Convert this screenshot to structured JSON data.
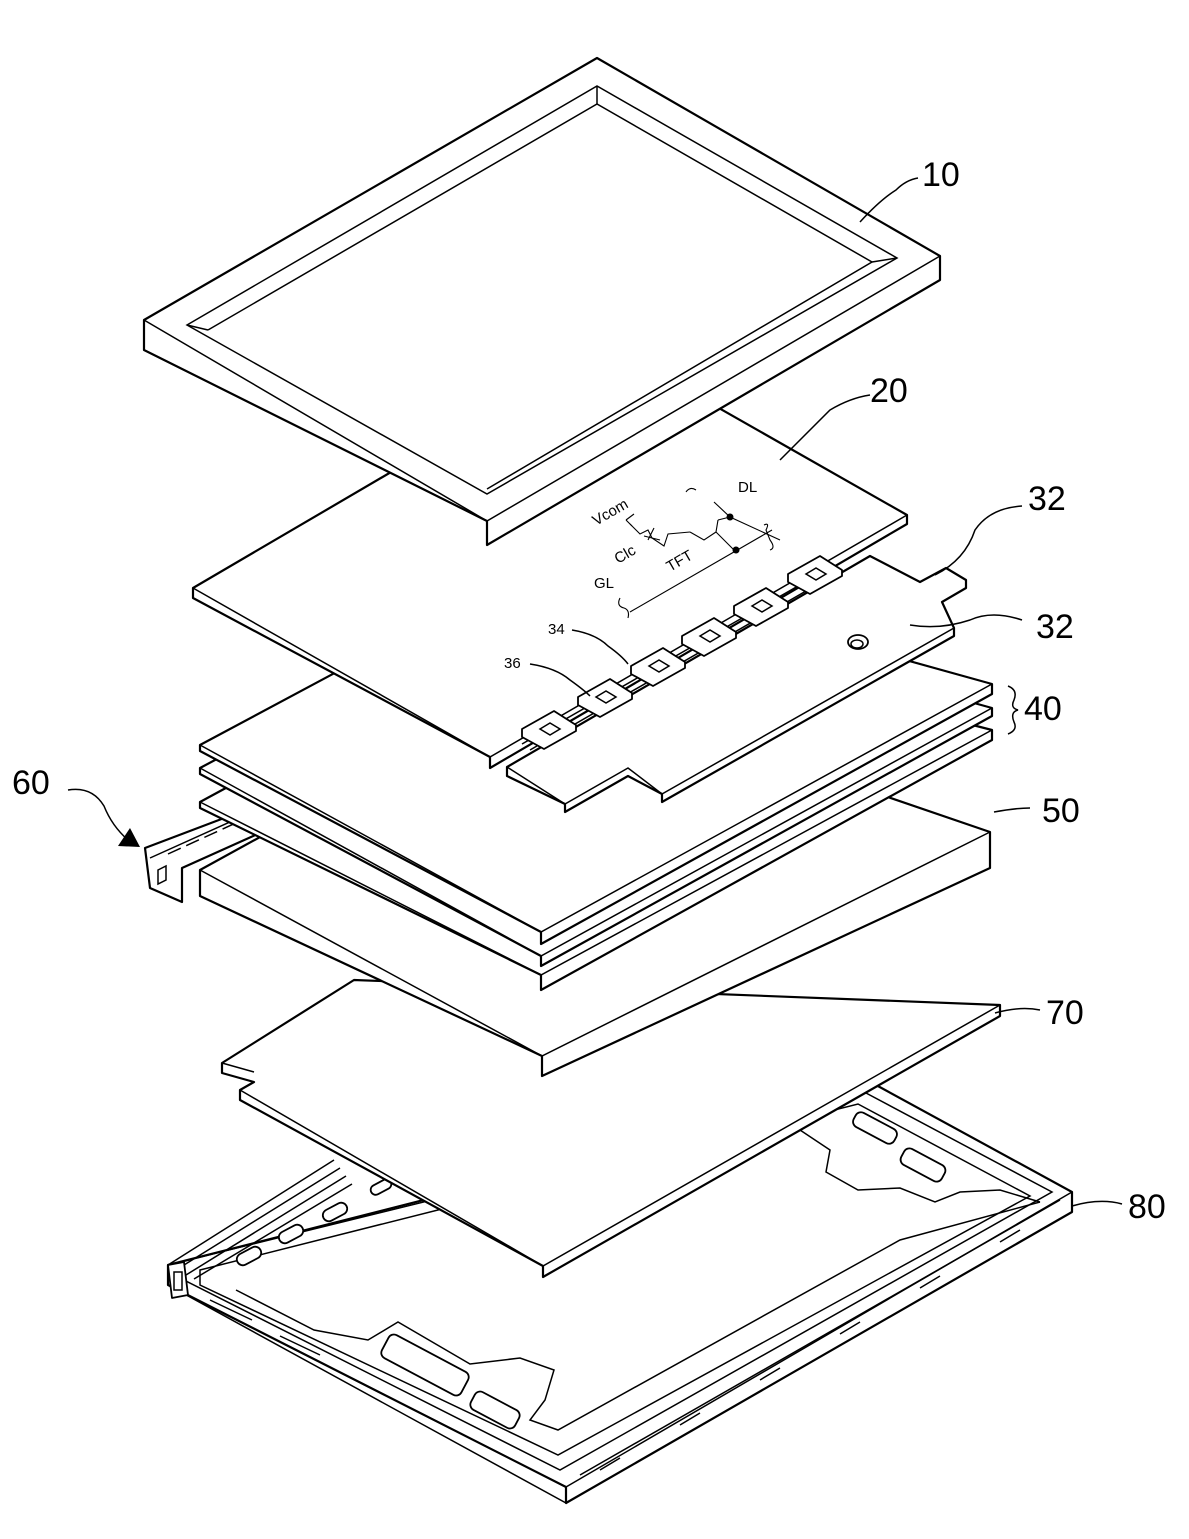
{
  "labels": {
    "frame": "10",
    "panel": "20",
    "pcb_top": "32",
    "pcb_right": "32",
    "drive_ic": "34",
    "tcp": "36",
    "optical_sheets": "40",
    "light_guide": "50",
    "lamp": "60",
    "reflector": "70",
    "bottom_chassis": "80"
  },
  "circuit": {
    "vcom": "Vcom",
    "clc": "Clc",
    "tft": "TFT",
    "dl": "DL",
    "gl": "GL"
  }
}
